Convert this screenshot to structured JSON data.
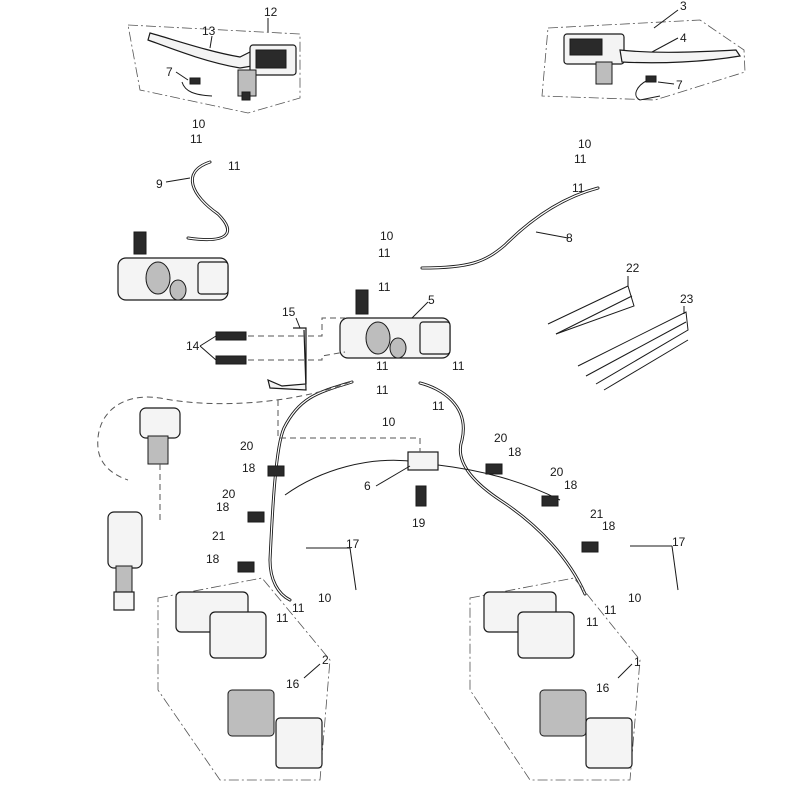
{
  "callouts": [
    {
      "id": "c12",
      "label": "12"
    },
    {
      "id": "c13",
      "label": "13"
    },
    {
      "id": "c7a",
      "label": "7"
    },
    {
      "id": "c3",
      "label": "3"
    },
    {
      "id": "c4",
      "label": "4"
    },
    {
      "id": "c7b",
      "label": "7"
    },
    {
      "id": "c10a",
      "label": "10"
    },
    {
      "id": "c11a",
      "label": "11"
    },
    {
      "id": "c11b",
      "label": "11"
    },
    {
      "id": "c9",
      "label": "9"
    },
    {
      "id": "c10b",
      "label": "10"
    },
    {
      "id": "c11c",
      "label": "11"
    },
    {
      "id": "c11d",
      "label": "11"
    },
    {
      "id": "c8",
      "label": "8"
    },
    {
      "id": "c10c",
      "label": "10"
    },
    {
      "id": "c11e",
      "label": "11"
    },
    {
      "id": "c11f",
      "label": "11"
    },
    {
      "id": "c5",
      "label": "5"
    },
    {
      "id": "c15",
      "label": "15"
    },
    {
      "id": "c14",
      "label": "14"
    },
    {
      "id": "c22",
      "label": "22"
    },
    {
      "id": "c23",
      "label": "23"
    },
    {
      "id": "c11g",
      "label": "11"
    },
    {
      "id": "c11h",
      "label": "11"
    },
    {
      "id": "c10d",
      "label": "10"
    },
    {
      "id": "c11i",
      "label": "11"
    },
    {
      "id": "c11j",
      "label": "11"
    },
    {
      "id": "c6",
      "label": "6"
    },
    {
      "id": "c19",
      "label": "19"
    },
    {
      "id": "c20a",
      "label": "20"
    },
    {
      "id": "c18a",
      "label": "18"
    },
    {
      "id": "c20b",
      "label": "20"
    },
    {
      "id": "c18b",
      "label": "18"
    },
    {
      "id": "c21a",
      "label": "21"
    },
    {
      "id": "c18c",
      "label": "18"
    },
    {
      "id": "c20c",
      "label": "20"
    },
    {
      "id": "c18d",
      "label": "18"
    },
    {
      "id": "c20d",
      "label": "20"
    },
    {
      "id": "c18e",
      "label": "18"
    },
    {
      "id": "c21b",
      "label": "21"
    },
    {
      "id": "c18f",
      "label": "18"
    },
    {
      "id": "c17a",
      "label": "17"
    },
    {
      "id": "c17b",
      "label": "17"
    },
    {
      "id": "c11k",
      "label": "11"
    },
    {
      "id": "c11l",
      "label": "11"
    },
    {
      "id": "c10e",
      "label": "10"
    },
    {
      "id": "c11m",
      "label": "11"
    },
    {
      "id": "c11n",
      "label": "11"
    },
    {
      "id": "c10f",
      "label": "10"
    },
    {
      "id": "c2",
      "label": "2"
    },
    {
      "id": "c16a",
      "label": "16"
    },
    {
      "id": "c1",
      "label": "1"
    },
    {
      "id": "c16b",
      "label": "16"
    }
  ]
}
